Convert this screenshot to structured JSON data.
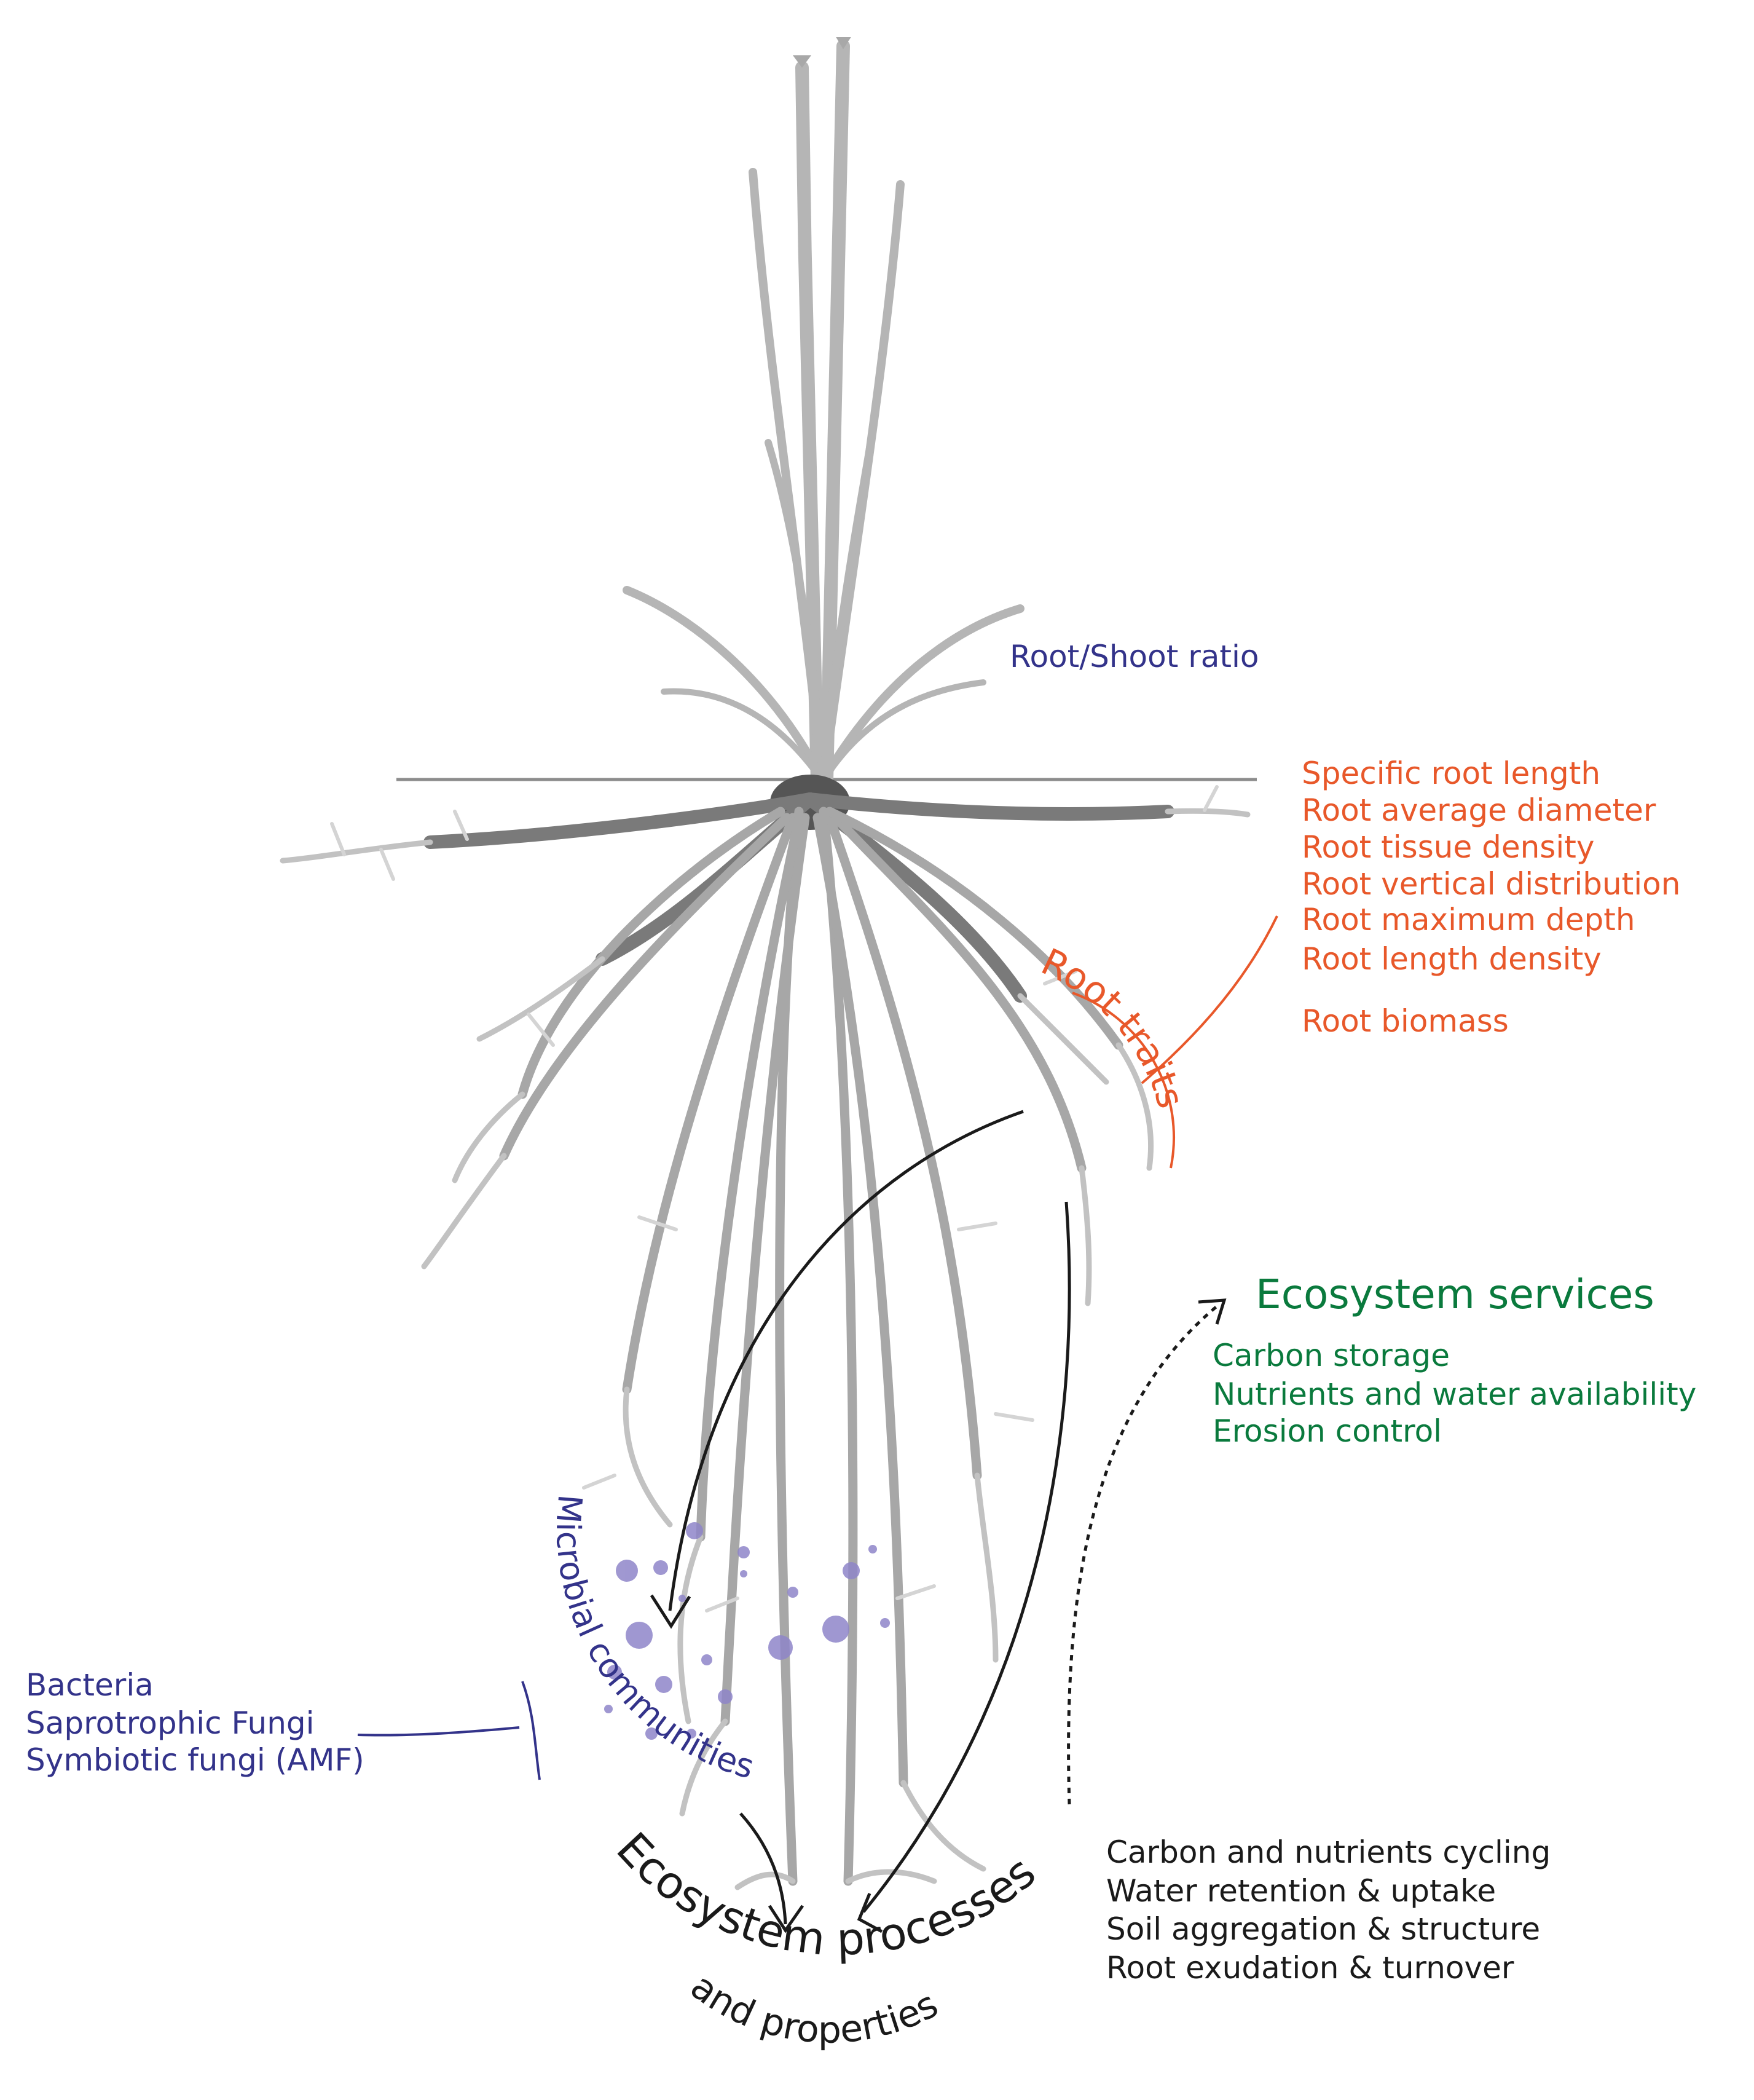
{
  "root_shoot_ratio": "Root/Shoot ratio",
  "root_traits": {
    "heading": "Root traits",
    "items": [
      "Specific root length",
      "Root average diameter",
      "Root tissue density",
      "Root vertical distribution",
      "Root maximum depth",
      "Root length density",
      "Root biomass"
    ]
  },
  "ecosystem_services": {
    "heading": "Ecosystem services",
    "items": [
      "Carbon storage",
      "Nutrients and water availability",
      "Erosion control"
    ]
  },
  "microbial": {
    "heading": "Microbial communities",
    "items": [
      "Bacteria",
      "Saprotrophic Fungi",
      "Symbiotic fungi (AMF)"
    ]
  },
  "processes": {
    "heading_line1": "Ecosystem processes",
    "heading_line2": "and properties",
    "items": [
      "Carbon and nutrients cycling",
      "Water retention & uptake",
      "Soil aggregation & structure",
      "Root exudation & turnover"
    ]
  },
  "colors": {
    "root_traits": "#e8582a",
    "services": "#0a7a3d",
    "microbial": "#33338a",
    "microbe_spots": "#8f86c9",
    "plant": "#b7b7b7",
    "plant_dark": "#5a5a5a",
    "text": "#1a1a1a"
  }
}
